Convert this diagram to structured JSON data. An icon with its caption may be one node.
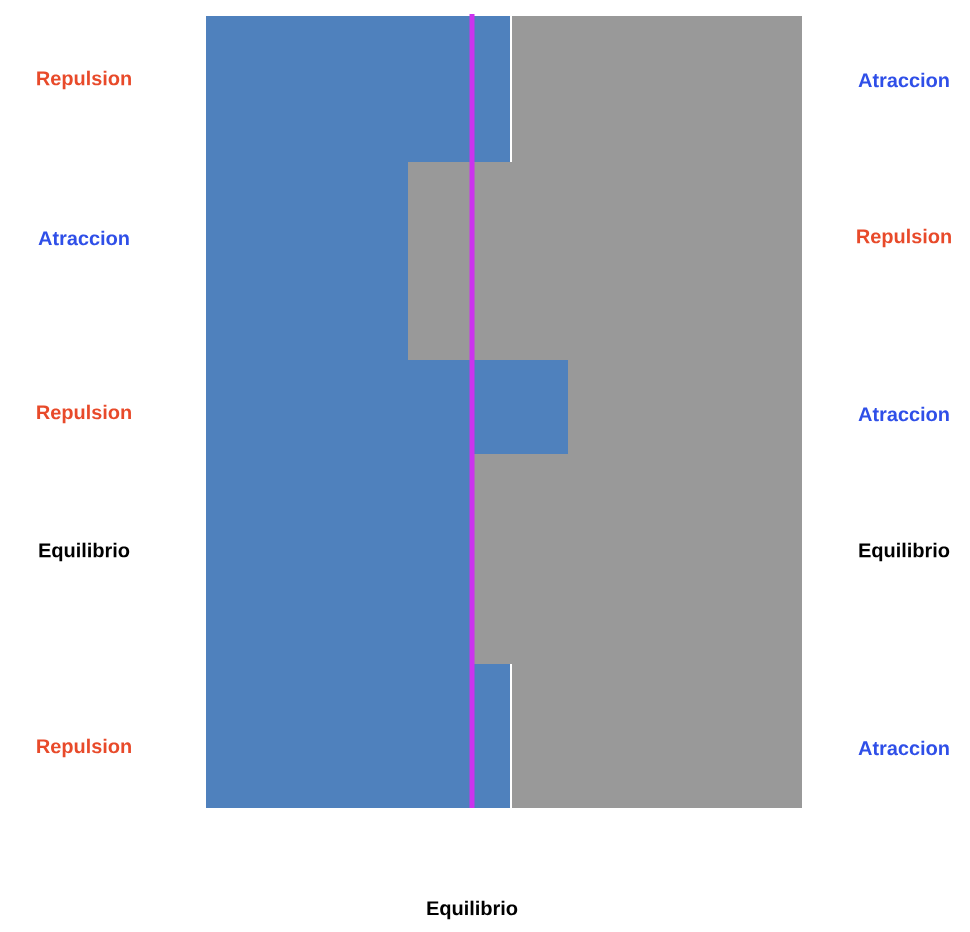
{
  "diagram": {
    "labels": [
      "Repulsion",
      "Atraccion",
      "Atraccion",
      "Repulsion",
      "Repulsion",
      "Atraccion",
      "Equilibrio",
      "Equilibrio",
      "Repulsion",
      "Atraccion",
      "Equilibrio"
    ]
  }
}
